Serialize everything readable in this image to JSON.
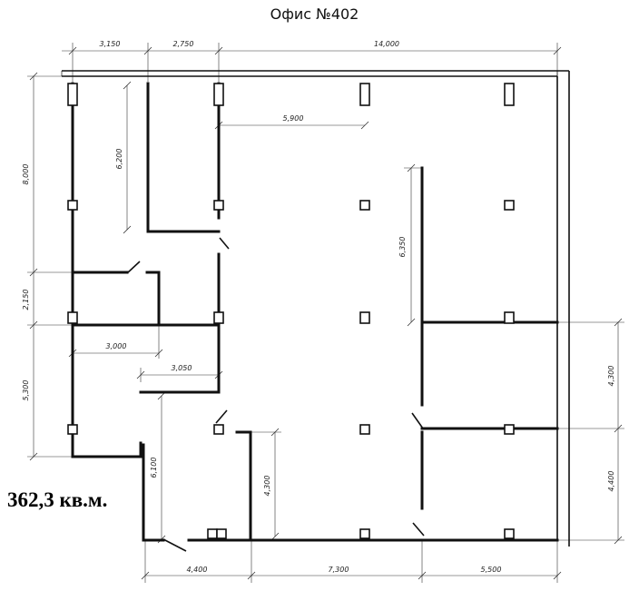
{
  "title": "Офис №402",
  "area": "362,3 кв.м.",
  "dimensions": {
    "top": [
      "3,150",
      "2,750",
      "14,000"
    ],
    "left": [
      "8,000",
      "2,150",
      "5,300"
    ],
    "right": [
      "4,300",
      "4,400"
    ],
    "bottom": [
      "4,400",
      "7,300",
      "5,500"
    ],
    "inner": {
      "d6200": "6,200",
      "d5900": "5,900",
      "d6350": "6,350",
      "d3000": "3,000",
      "d3050": "3,050",
      "d6100": "6,100",
      "d4300": "4,300"
    }
  }
}
